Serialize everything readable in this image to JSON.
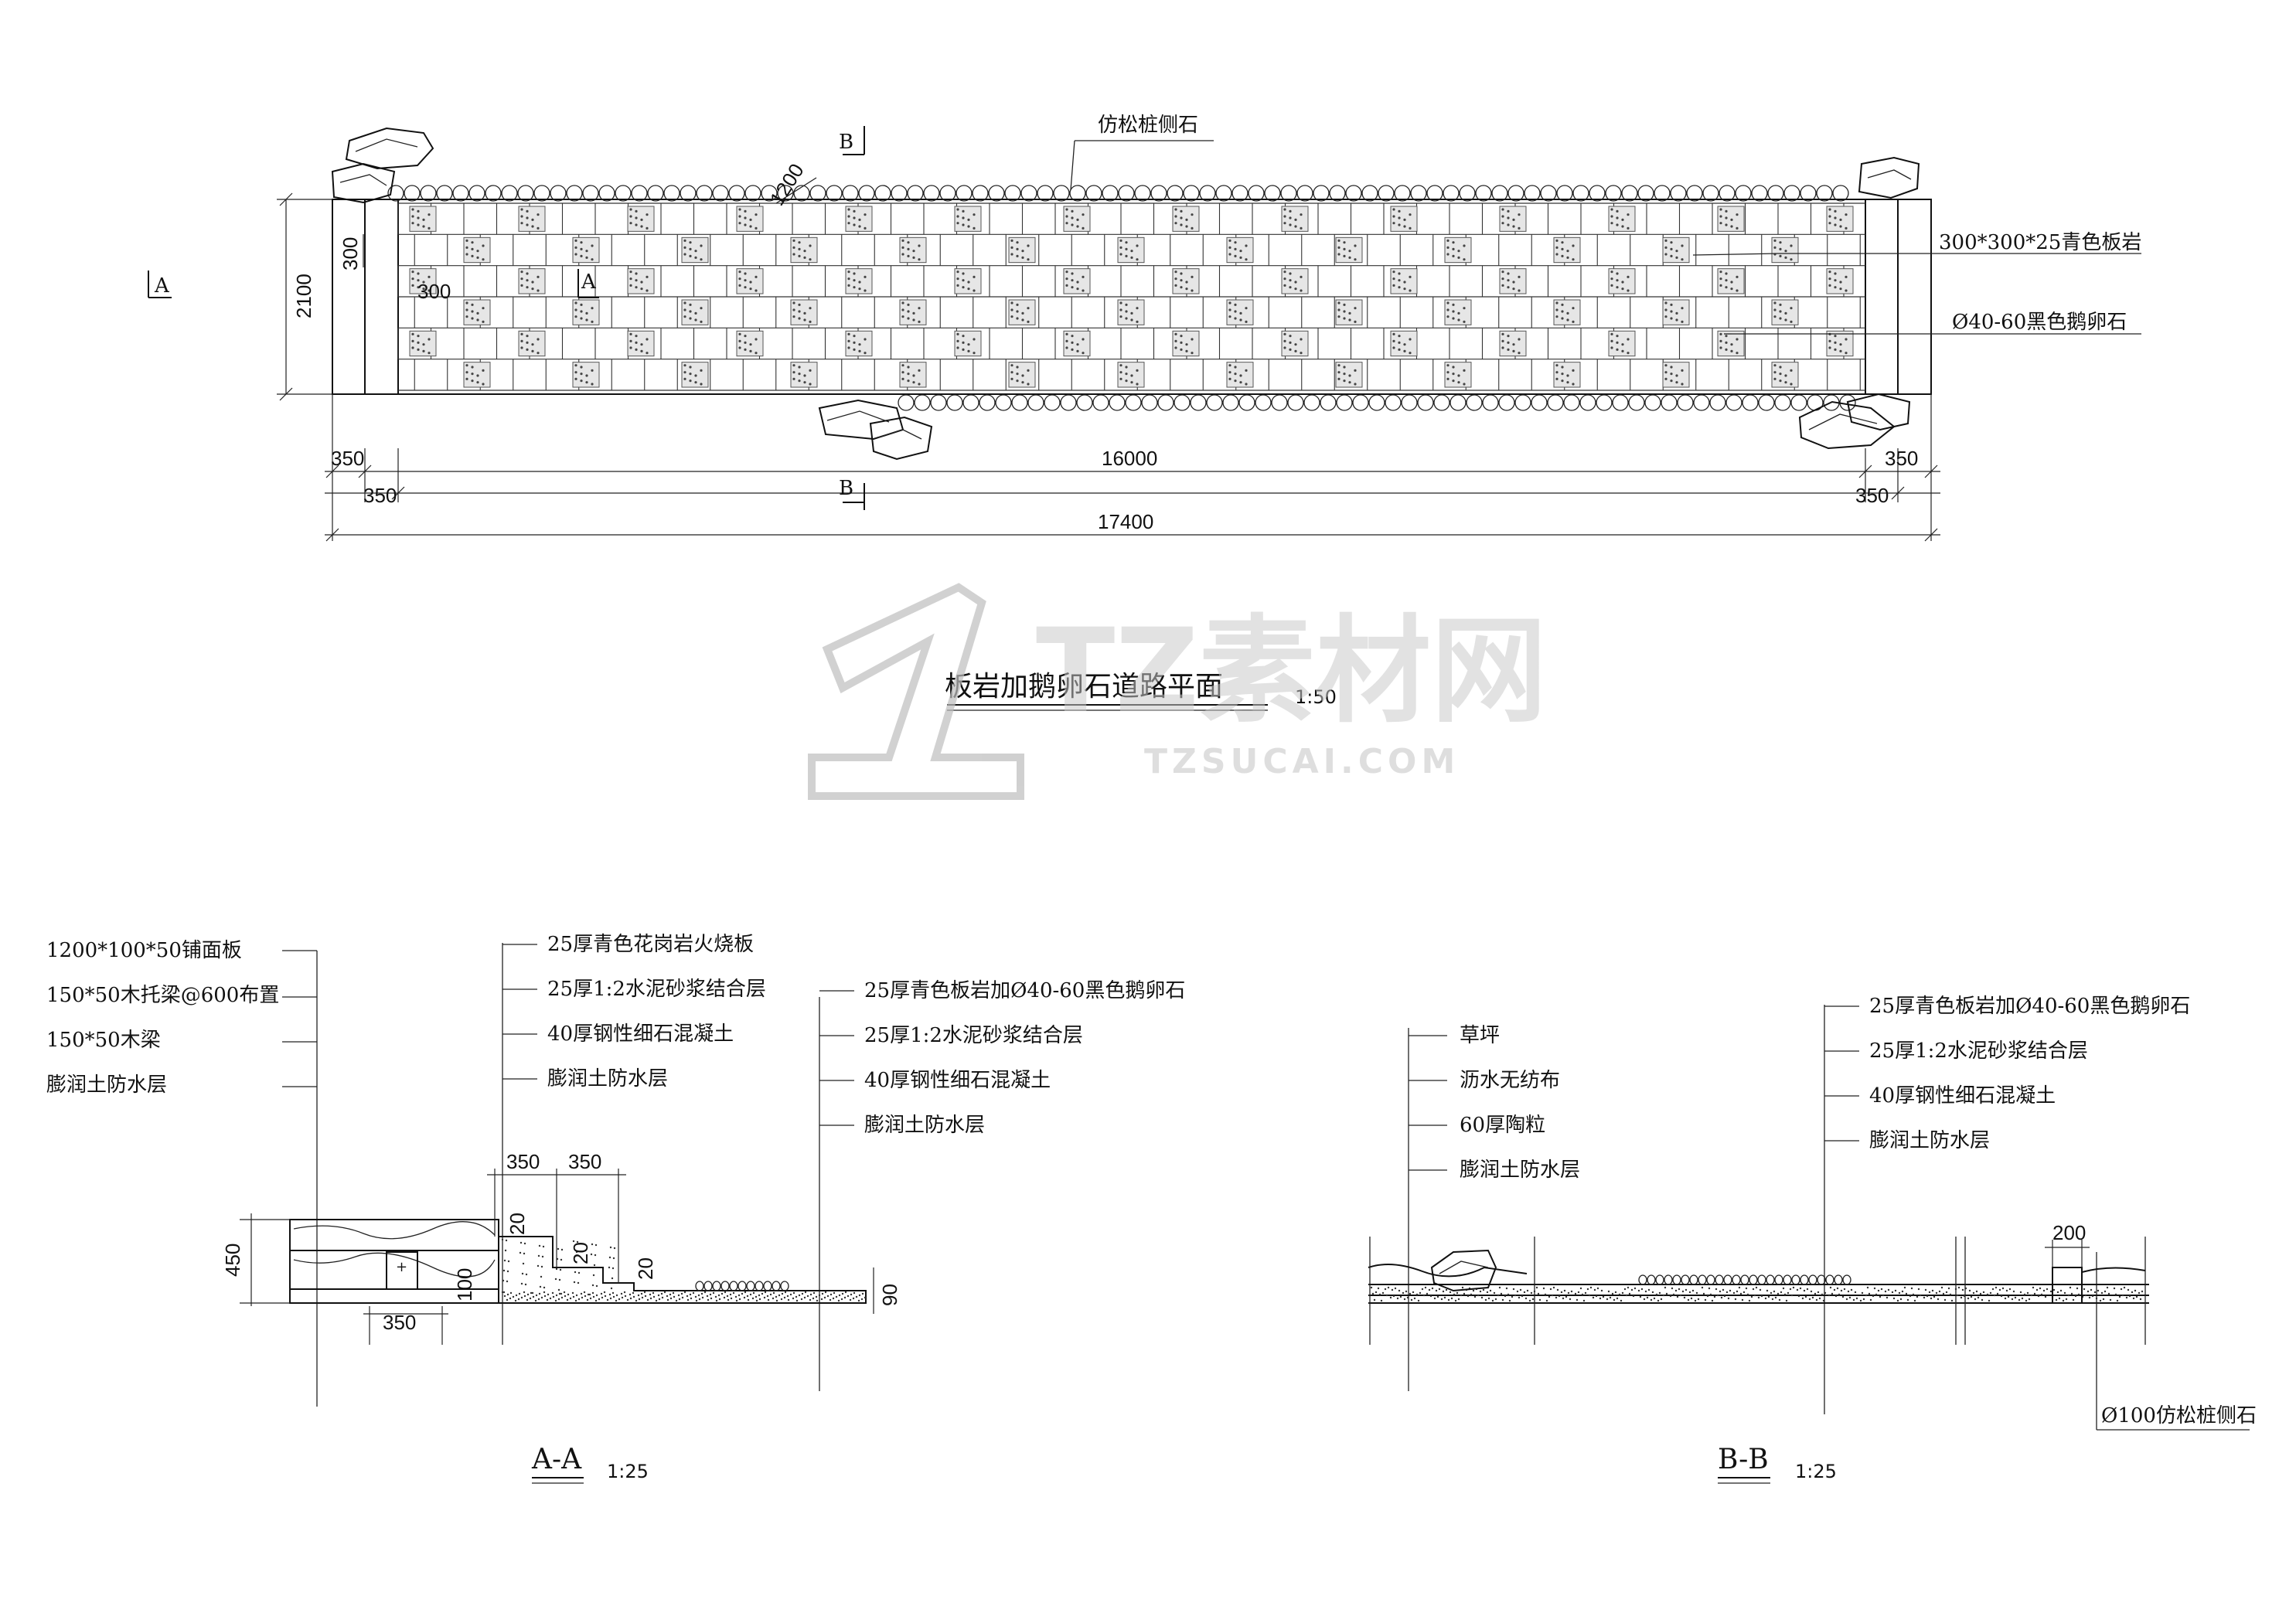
{
  "plan": {
    "title": "板岩加鹅卵石道路平面",
    "scale": "1:50",
    "label_pine": "仿松桩侧石",
    "label_slate": "300*300*25青色板岩",
    "label_pebble": "Ø40-60黑色鹅卵石",
    "section_a": "A",
    "section_b": "B",
    "dims": {
      "height": "2100",
      "tile_h": "300",
      "tile_w": "300",
      "diag": "1200",
      "d350_left_top": "350",
      "d350_left_bottom": "350",
      "d16000": "16000",
      "d350_right_top": "350",
      "d350_right_bottom": "350",
      "d17400": "17400"
    }
  },
  "section_aa": {
    "title": "A-A",
    "scale": "1:25",
    "left_labels": [
      "1200*100*50铺面板",
      "150*50木托梁@600布置",
      "150*50木梁",
      "膨润土防水层"
    ],
    "mid_labels": [
      "25厚青色花岗岩火烧板",
      "25厚1:2水泥砂浆结合层",
      "40厚钢性细石混凝土",
      "膨润土防水层"
    ],
    "right_labels": [
      "25厚青色板岩加Ø40-60黑色鹅卵石",
      "25厚1:2水泥砂浆结合层",
      "40厚钢性细石混凝土",
      "膨润土防水层"
    ],
    "dims": {
      "d450": "450",
      "d350_bottom": "350",
      "d350_a": "350",
      "d350_b": "350",
      "d20_1": "20",
      "d20_2": "20",
      "d20_3": "20",
      "d100": "100",
      "d90": "90"
    }
  },
  "section_bb": {
    "title": "B-B",
    "scale": "1:25",
    "left_labels": [
      "草坪",
      "沥水无纺布",
      "60厚陶粒",
      "膨润土防水层"
    ],
    "right_labels": [
      "25厚青色板岩加Ø40-60黑色鹅卵石",
      "25厚1:2水泥砂浆结合层",
      "40厚钢性细石混凝土",
      "膨润土防水层"
    ],
    "bottom_label": "Ø100仿松桩侧石",
    "dims": {
      "d200": "200"
    }
  },
  "watermark": {
    "cn": "TZ素材网",
    "en": "TZSUCAI.COM"
  }
}
